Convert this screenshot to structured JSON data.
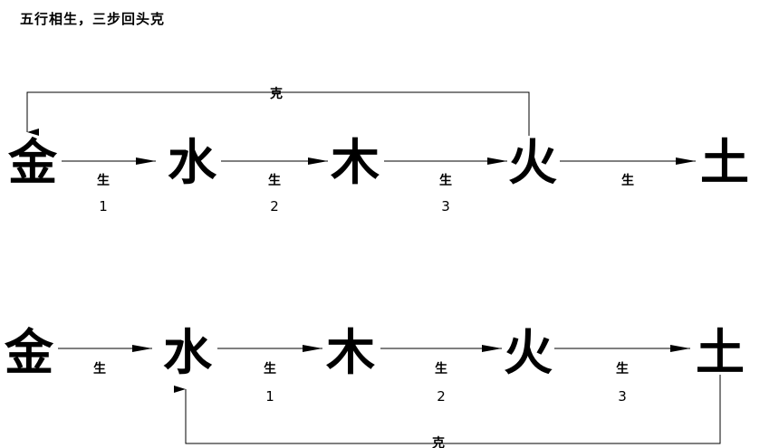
{
  "title": "五行相生，三步回头克",
  "colors": {
    "ink": "#000000",
    "background": "#ffffff"
  },
  "rows": [
    {
      "elements": [
        "金",
        "水",
        "木",
        "火",
        "土"
      ],
      "edges": [
        {
          "label": "生",
          "step": "1"
        },
        {
          "label": "生",
          "step": "2"
        },
        {
          "label": "生",
          "step": "3"
        },
        {
          "label": "生",
          "step": ""
        }
      ],
      "ke": {
        "label": "克",
        "from_index": 3,
        "to_index": 0,
        "side": "top"
      }
    },
    {
      "elements": [
        "金",
        "水",
        "木",
        "火",
        "土"
      ],
      "edges": [
        {
          "label": "生",
          "step": ""
        },
        {
          "label": "生",
          "step": "1"
        },
        {
          "label": "生",
          "step": "2"
        },
        {
          "label": "生",
          "step": "3"
        }
      ],
      "ke": {
        "label": "克",
        "from_index": 4,
        "to_index": 1,
        "side": "bottom"
      }
    }
  ]
}
